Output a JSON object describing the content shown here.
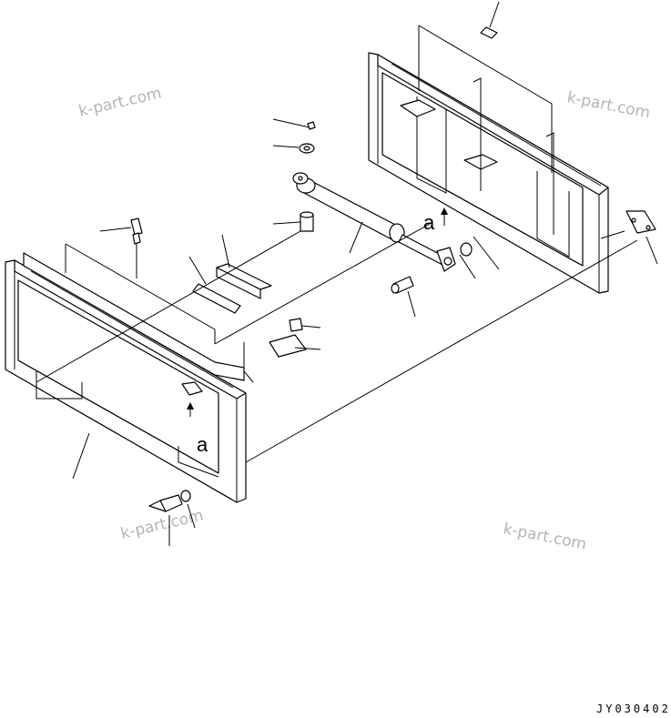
{
  "diagram": {
    "watermarks": [
      "k-part.com",
      "k-part.com",
      "k-part.com",
      "k-part.com"
    ],
    "arrow_labels": [
      "a",
      "a"
    ],
    "drawing_code": "JY030402"
  }
}
